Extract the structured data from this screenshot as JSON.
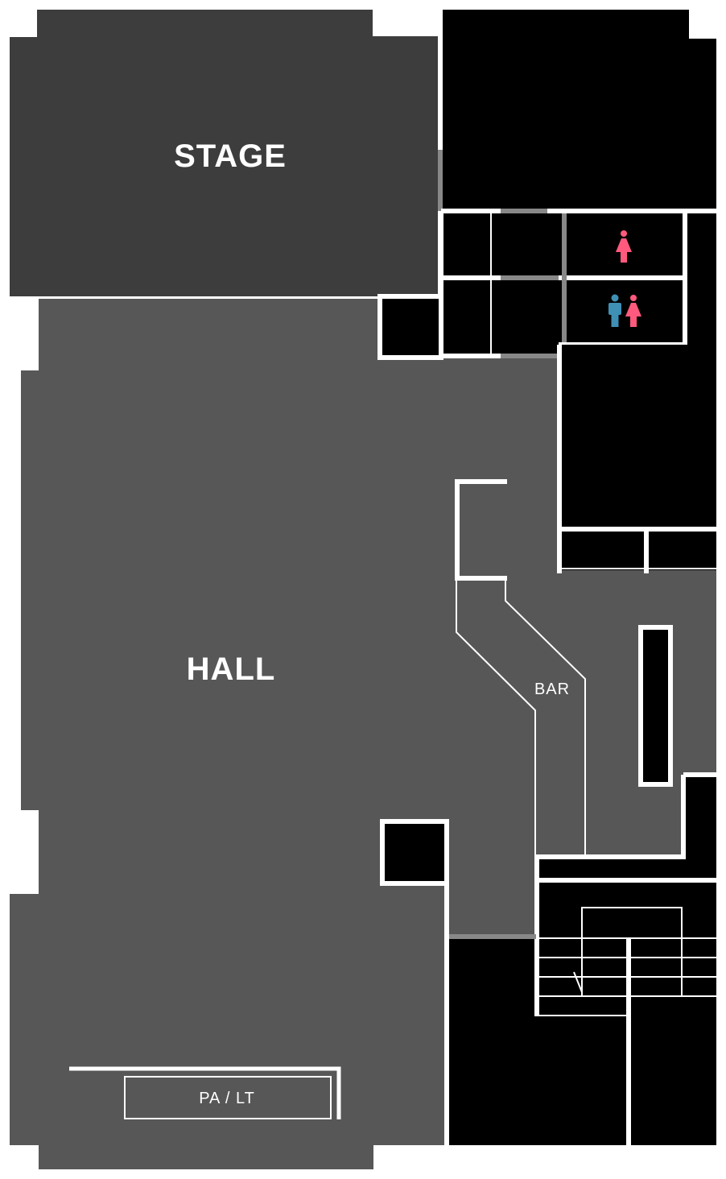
{
  "map": {
    "areas": {
      "stage": "STAGE",
      "hall": "HALL",
      "bar": "BAR",
      "pa_lt": "PA / LT"
    },
    "icons": {
      "womens_restroom": "female-restroom-icon",
      "unisex_restroom": "unisex-restroom-icon"
    },
    "colors": {
      "stage": "#3d3d3d",
      "hall": "#575757",
      "room": "#000000",
      "wall": "#ffffff",
      "door": "#888888",
      "female": "#ff5a7e",
      "male": "#3e90b5"
    }
  }
}
